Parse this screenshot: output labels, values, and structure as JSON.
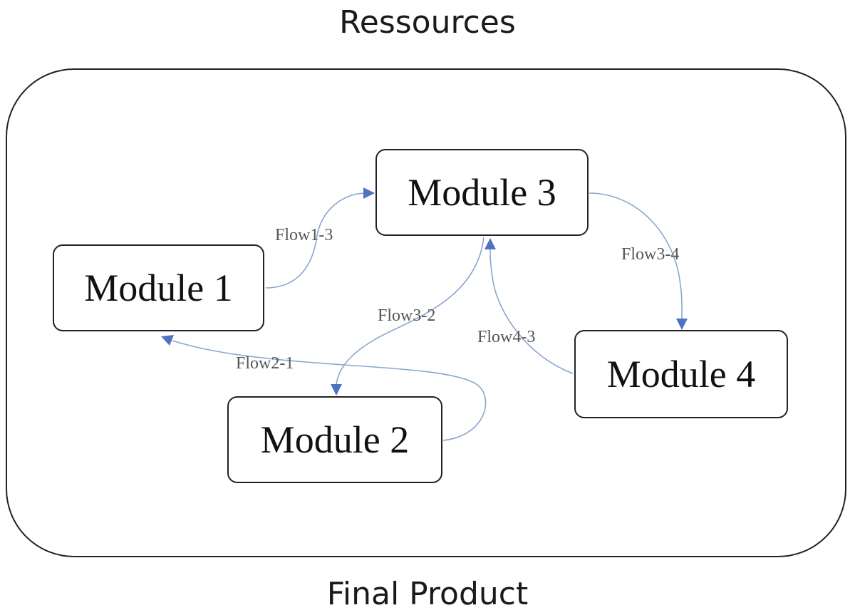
{
  "diagram": {
    "top_label": "Ressources",
    "bottom_label": "Final Product",
    "modules": [
      {
        "id": "module-1",
        "label": "Module 1"
      },
      {
        "id": "module-2",
        "label": "Module 2"
      },
      {
        "id": "module-3",
        "label": "Module 3"
      },
      {
        "id": "module-4",
        "label": "Module 4"
      }
    ],
    "flows": [
      {
        "id": "flow-1-3",
        "label": "Flow1-3",
        "from": "Module 1",
        "to": "Module 3"
      },
      {
        "id": "flow-3-4",
        "label": "Flow3-4",
        "from": "Module 3",
        "to": "Module 4"
      },
      {
        "id": "flow-3-2",
        "label": "Flow3-2",
        "from": "Module 3",
        "to": "Module 2"
      },
      {
        "id": "flow-4-3",
        "label": "Flow4-3",
        "from": "Module 4",
        "to": "Module 3"
      },
      {
        "id": "flow-2-1",
        "label": "Flow2-1",
        "from": "Module 2",
        "to": "Module 1"
      }
    ],
    "colors": {
      "flow_line": "#8aa6cf",
      "arrow_head": "#4f74bf",
      "border": "#222222"
    }
  }
}
